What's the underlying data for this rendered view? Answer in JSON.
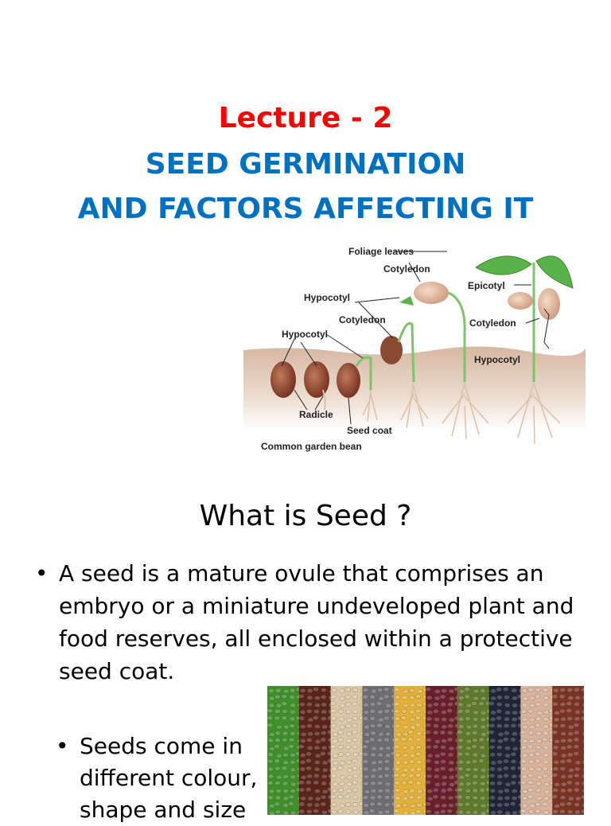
{
  "slide": {
    "title": "Lecture - 2",
    "subtitle_line1": "SEED GERMINATION",
    "subtitle_line2": "AND FACTORS AFFECTING IT"
  },
  "diagram": {
    "labels": {
      "foliage_leaves": "Foliage leaves",
      "cotyledon_top": "Cotyledon",
      "epicotyl": "Epicotyl",
      "hypocotyl_upper": "Hypocotyl",
      "cotyledon_mid": "Cotyledon",
      "cotyledon_right": "Cotyledon",
      "hypocotyl_left": "Hypocotyl",
      "hypocotyl_right": "Hypocotyl",
      "radicle": "Radicle",
      "seed_coat": "Seed coat",
      "caption": "Common garden bean"
    }
  },
  "section": {
    "question": "What is Seed ?",
    "bullet1": "A seed is a mature ovule that comprises an embryo or a miniature undeveloped plant and food reserves, all enclosed within a protective seed coat.",
    "bullet2": "Seeds come in different colour, shape and size"
  },
  "seeds_photo": {
    "colors": [
      "#3f8f2a",
      "#5a2418",
      "#d9c7a6",
      "#6d6e70",
      "#e3b13a",
      "#6a1e2a",
      "#5f7a2a",
      "#1f2436",
      "#d8b39a",
      "#7a3323"
    ]
  }
}
